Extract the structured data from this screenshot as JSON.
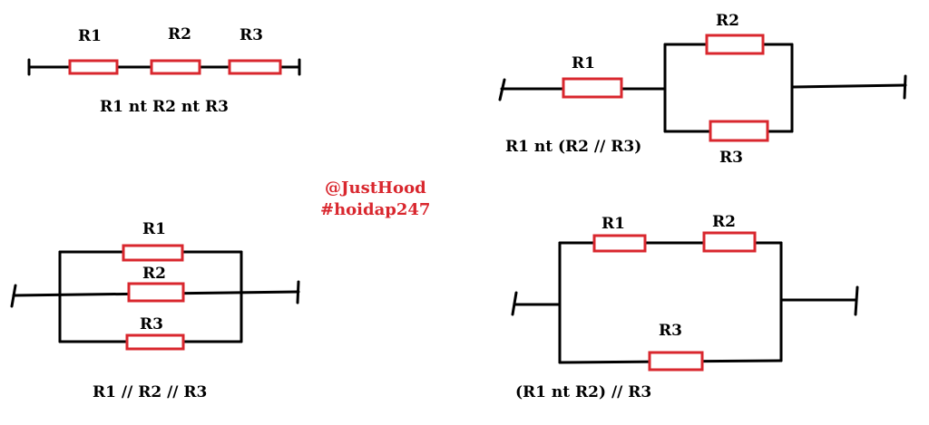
{
  "resistor_color": "#d9272e",
  "watermark": {
    "line1": "@JustHood",
    "line2": "#hoidap247"
  },
  "circuit_series": {
    "labels": [
      "R1",
      "R2",
      "R3"
    ],
    "caption": "R1 nt R2 nt R3"
  },
  "circuit_series_parallel": {
    "labels": [
      "R1",
      "R2",
      "R3"
    ],
    "caption": "R1 nt (R2 // R3)"
  },
  "circuit_parallel": {
    "labels": [
      "R1",
      "R2",
      "R3"
    ],
    "caption": "R1 // R2 // R3"
  },
  "circuit_parallel_series": {
    "labels": [
      "R1",
      "R2",
      "R3"
    ],
    "caption": "(R1 nt R2) // R3"
  }
}
